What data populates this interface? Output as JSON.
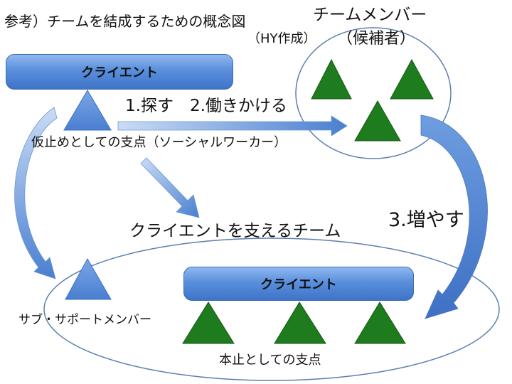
{
  "title": "参考）チームを結成するための概念図",
  "author_note": "（HY作成）",
  "team_label_line1": "チームメンバー",
  "team_label_line2": "（候補者）",
  "client_label_top": "クライエント",
  "client_label_bottom": "クライエント",
  "steps_label": "1.探す　2.働きかける",
  "temporary_fulcrum_label": "仮止めとしての支点（ソーシャルワーカー）",
  "support_team_label": "クライエントを支えるチーム",
  "increase_label": "3.増やす",
  "sub_support_label": "サブ・サポートメンバー",
  "main_fulcrum_label": "本止としての支点",
  "colors": {
    "client_box": "#4f84d6",
    "triangle_green": "#1e7b1e",
    "triangle_blue": "#5b8fd9",
    "ellipse_stroke": "#5b7fb0",
    "arrow": "#5b8ed6"
  }
}
